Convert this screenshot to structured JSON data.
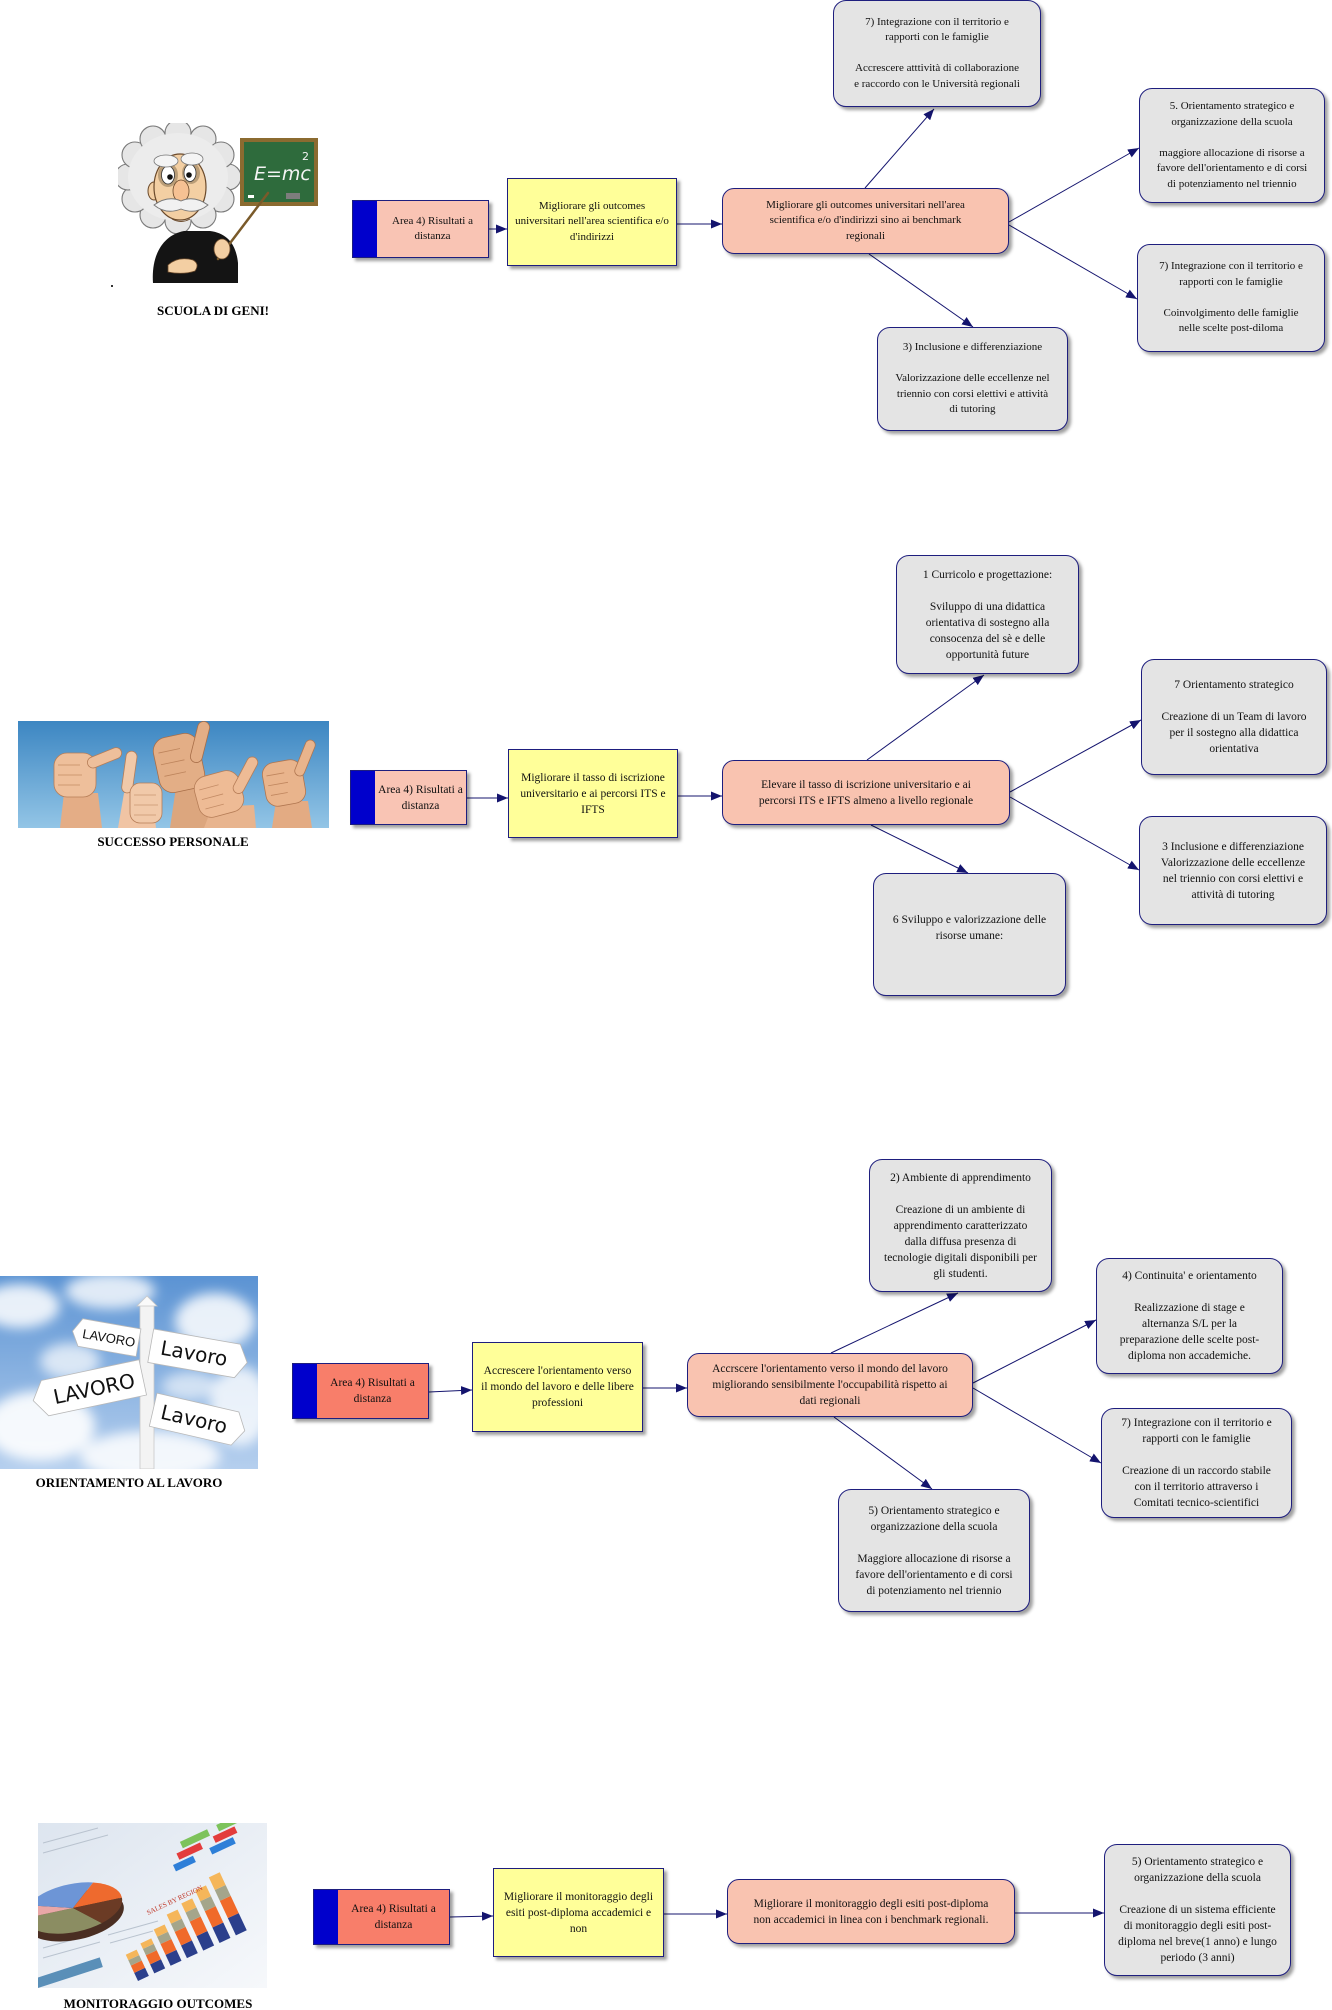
{
  "palette": {
    "connector": "#14146e",
    "box-border": "#1e1e7e",
    "area-stripe": "#0000cc",
    "objective-fill": "#ffff99",
    "goal-fill": "#f9c3b0",
    "action-fill": "#e4e4e4"
  },
  "sections": [
    {
      "caption": "SCUOLA DI GENI!",
      "image_text": {
        "board": "E=mc",
        "board_superscript": "2"
      },
      "area": {
        "label": "Area 4) Risultati a distanza",
        "fill": "#f9c4b4"
      },
      "objective": "Migliorare gli outcomes universitari nell'area scientifica e/o d'indirizzi",
      "goal": "Migliorare gli outcomes universitari nell'area scientifica e/o d'indirizzi  sino ai benchmark regionali",
      "actions": [
        {
          "heading": "7) Integrazione con il territorio e rapporti con le famiglie",
          "body": "Accrescere atttività di collaborazione e raccordo con le Università regionali"
        },
        {
          "heading": "5. Orientamento strategico e organizzazione della scuola",
          "body": "maggiore allocazione di risorse a favore dell'orientamento e di corsi di potenziamento nel triennio"
        },
        {
          "heading": "7) Integrazione con il territorio e rapporti con le famiglie",
          "body": "Coinvolgimento delle famiglie nelle scelte post-diloma"
        },
        {
          "heading": "3) Inclusione e differenziazione",
          "body": "Valorizzazione delle eccellenze nel triennio con corsi elettivi e attività di tutoring"
        }
      ]
    },
    {
      "caption": "SUCCESSO PERSONALE",
      "area": {
        "label": "Area 4) Risultati a distanza",
        "fill": "#f9c4b4"
      },
      "objective": "Migliorare il tasso di iscrizione universitario e ai percorsi ITS e IFTS",
      "goal": "Elevare il tasso di iscrizione universitario e ai percorsi ITS e IFTS almeno a livello regionale",
      "actions": [
        {
          "heading": "1 Curricolo e progettazione:",
          "body": "Sviluppo di una didattica orientativa di sostegno alla consocenza del sè e delle opportunità future"
        },
        {
          "heading": "7 Orientamento strategico",
          "body": "Creazione di un Team di lavoro per il sostegno alla didattica orientativa"
        },
        {
          "heading": "3 Inclusione e differenziazione",
          "body": "Valorizzazione delle eccellenze nel triennio con corsi elettivi e attività di tutoring"
        },
        {
          "heading": "6 Sviluppo e valorizzazione delle risorse umane:"
        }
      ]
    },
    {
      "caption": "ORIENTAMENTO AL LAVORO",
      "image_text": {
        "signs": [
          "LAVORO",
          "Lavoro",
          "LAVORO",
          "Lavoro"
        ]
      },
      "area": {
        "label": "Area 4) Risultati a distanza",
        "fill": "#f87e6a"
      },
      "objective": "Accrescere l'orientamento verso il mondo del lavoro e delle libere professioni",
      "goal": "Accrscere l'orientamento verso il mondo del lavoro migliorando sensibilmente l'occupabilità rispetto ai dati regionali",
      "actions": [
        {
          "heading": "2) Ambiente di apprendimento",
          "body": "Creazione di un ambiente di apprendimento caratterizzato dalla diffusa presenza di tecnologie digitali disponibili per gli studenti."
        },
        {
          "heading": "4) Continuita' e orientamento",
          "body": "Realizzazione di stage e alternanza S/L per la preparazione delle scelte post-diploma non accademiche."
        },
        {
          "heading": "7) Integrazione con il territorio e rapporti con le famiglie",
          "body": "Creazione di un raccordo stabile con il territorio attraverso i Comitati tecnico-scientifici"
        },
        {
          "heading": "5) Orientamento strategico e organizzazione della scuola",
          "body": "Maggiore allocazione di risorse a favore dell'orientamento e di corsi di potenziamento nel triennio"
        }
      ]
    },
    {
      "caption": "MONITORAGGIO OUTCOMES",
      "image_text": {
        "chart_heading": "SALES BY REGION"
      },
      "area": {
        "label": "Area 4) Risultati a distanza",
        "fill": "#f87e6a"
      },
      "objective": "Migliorare il monitoraggio degli esiti post-diploma accademici e non",
      "goal": "Migliorare il monitoraggio degli esiti post-diploma non accademici in linea con i benchmark regionali.",
      "actions": [
        {
          "heading": "5) Orientamento strategico e organizzazione della scuola",
          "body": "Creazione di un sistema efficiente di monitoraggio degli esiti post-diploma nel breve(1 anno) e lungo periodo (3 anni)"
        }
      ]
    }
  ]
}
